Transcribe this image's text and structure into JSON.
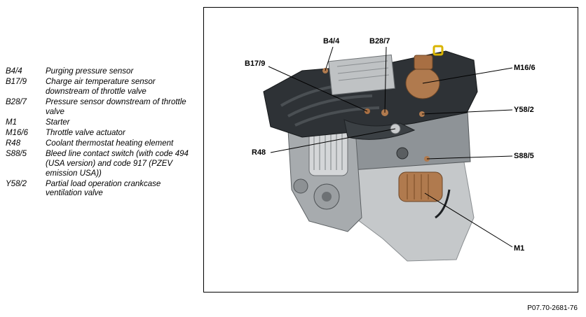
{
  "legend": [
    {
      "code": "B4/4",
      "desc": "Purging pressure sensor"
    },
    {
      "code": "B17/9",
      "desc": "Charge air temperature sensor downstream of throttle valve"
    },
    {
      "code": "B28/7",
      "desc": "Pressure sensor downstream of throttle valve"
    },
    {
      "code": "M1",
      "desc": "Starter"
    },
    {
      "code": "M16/6",
      "desc": "Throttle valve actuator"
    },
    {
      "code": "R48",
      "desc": "Coolant thermostat heating element"
    },
    {
      "code": "S88/5",
      "desc": "Bleed line contact switch (with code 494 (USA version) and code 917 (PZEV emission USA))"
    },
    {
      "code": "Y58/2",
      "desc": "Partial load operation crankcase ventilation valve"
    }
  ],
  "callouts": {
    "b4_4": "B4/4",
    "b28_7": "B28/7",
    "b17_9": "B17/9",
    "m16_6": "M16/6",
    "y58_2": "Y58/2",
    "r48": "R48",
    "s88_5": "S88/5",
    "m1": "M1"
  },
  "figure_ref": "P07.70-2681-76",
  "colors": {
    "engine_dark": "#2e3236",
    "engine_mid": "#6f7478",
    "engine_light": "#b9bcbe",
    "copper": "#b07a4e",
    "line": "#000000"
  }
}
